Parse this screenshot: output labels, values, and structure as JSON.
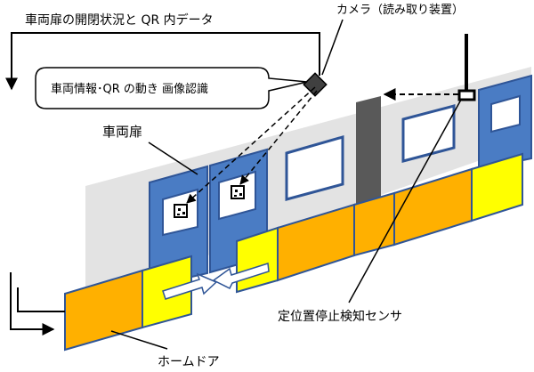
{
  "labels": {
    "title": "車両扉の開閉状況と QR 内データ",
    "camera": "カメラ（読み取り装置）",
    "callout": "車両情報･QR の動き  画像認識",
    "vehicle_door": "車両扉",
    "sensor": "定位置停止検知センサ",
    "platform_door": "ホームドア"
  },
  "colors": {
    "door_blue": "#4a7cc4",
    "door_outline": "#2f5597",
    "platform_orange": "#ffb000",
    "platform_yellow": "#ffff00",
    "car_body": "#e3e3e3",
    "gap_dark": "#595959"
  }
}
